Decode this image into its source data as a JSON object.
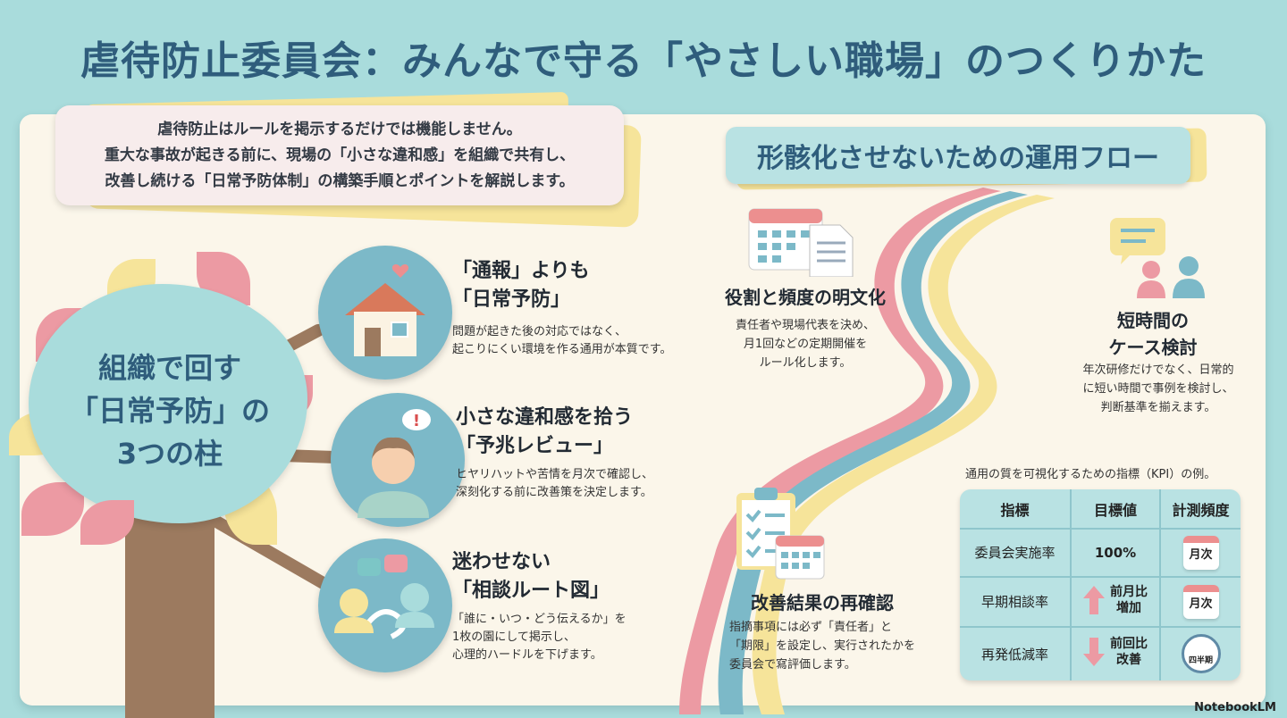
{
  "title": "虐待防止委員会：みんなで守る「やさしい職場」のつくりかた",
  "intro": {
    "line1": "虐待防止はルールを掲示するだけでは機能しません。",
    "line2": "重大な事故が起きる前に、現場の「小さな違和感」を組織で共有し、",
    "line3": "改善し続ける「日常予防体制」の構築手順とポイントを解説します。"
  },
  "tree": {
    "line1": "組織で回す",
    "line2": "「日常予防」の",
    "line3": "3つの柱"
  },
  "pillars": [
    {
      "icon": "house-heart-icon",
      "title1": "「通報」よりも",
      "title2": "「日常予防」",
      "desc1": "問題が起きた後の対応ではなく、",
      "desc2": "起こりにくい環境を作る通用が本質です。"
    },
    {
      "icon": "person-exclamation-icon",
      "title1": "小さな違和感を拾う",
      "title2": "「予兆レビュー」",
      "desc1": "ヒヤリハットや苦情を月次で確認し、",
      "desc2": "深刻化する前に改善策を決定します。"
    },
    {
      "icon": "consultation-route-icon",
      "title1": "迷わせない",
      "title2": "「相談ルート図」",
      "desc1": "「誰に・いつ・どう伝えるか」を",
      "desc2": "1枚の園にして掲示し、",
      "desc3": "心理的ハードルを下げます。"
    }
  ],
  "flow": {
    "title": "形骸化させないための運用フロー",
    "steps": [
      {
        "icon": "calendar-document-icon",
        "title": "役割と頻度の明文化",
        "desc1": "責任者や現場代表を決め、",
        "desc2": "月1回などの定期開催を",
        "desc3": "ルール化します。"
      },
      {
        "icon": "chat-people-icon",
        "title1": "短時間の",
        "title2": "ケース検討",
        "desc1": "年次研修だけでなく、日常的",
        "desc2": "に短い時間で事例を検討し、",
        "desc3": "判断基準を揃えます。"
      },
      {
        "icon": "checklist-calendar-icon",
        "title": "改善結果の再確認",
        "desc1": "指摘事項には必ず「責任者」と",
        "desc2": "「期限」を設定し、実行されたかを",
        "desc3": "委員会で寫評価します。"
      }
    ]
  },
  "kpi": {
    "caption": "通用の質を可視化するための指標（KPI）の例。",
    "headers": [
      "指標",
      "目標値",
      "計測頻度"
    ],
    "rows": [
      {
        "name": "委員会実施率",
        "target": "100%",
        "freq": "月次",
        "freq_icon": "calendar-icon"
      },
      {
        "name": "早期相談率",
        "target1": "前月比",
        "target2": "増加",
        "arrow": "up",
        "freq": "月次",
        "freq_icon": "calendar-icon"
      },
      {
        "name": "再発低減率",
        "target1": "前回比",
        "target2": "改善",
        "arrow": "down",
        "freq": "四半期",
        "freq_icon": "clock-icon"
      }
    ]
  },
  "colors": {
    "background": "#a9dcdc",
    "title": "#2f5d7c",
    "pink": "#ec9aa3",
    "yellow": "#f6e49a",
    "blue": "#7cb9c8"
  },
  "brand": "NotebookLM"
}
